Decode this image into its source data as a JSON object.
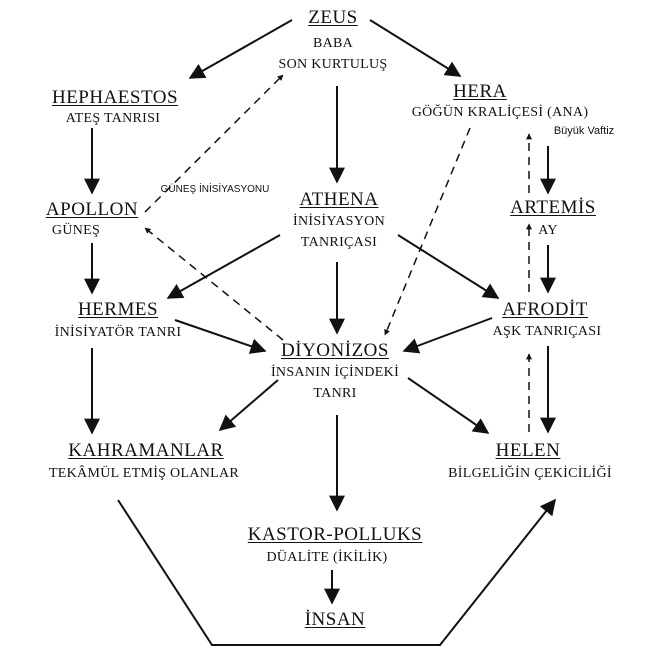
{
  "nodes": {
    "zeus": {
      "name": "ZEUS",
      "lines": [
        "BABA",
        "SON KURTULUŞ"
      ]
    },
    "hephaestos": {
      "name": "HEPHAESTOS",
      "lines": [
        "ATEŞ TANRISI"
      ]
    },
    "hera": {
      "name": "HERA",
      "lines": [
        "GÖĞÜN KRALİÇESİ (ANA)"
      ]
    },
    "apollon": {
      "name": "APOLLON",
      "lines": [
        "GÜNEŞ"
      ]
    },
    "athena": {
      "name": "ATHENA",
      "lines": [
        "İNİSİYASYON",
        "TANRIÇASI"
      ]
    },
    "artemis": {
      "name": "ARTEMİS",
      "lines": [
        "AY"
      ]
    },
    "hermes": {
      "name": "HERMES",
      "lines": [
        "İNİSİYATÖR TANRI"
      ]
    },
    "afrodit": {
      "name": "AFRODİT",
      "lines": [
        "AŞK TANRIÇASI"
      ]
    },
    "diyonizos": {
      "name": "DİYONİZOS",
      "lines": [
        "İNSANIN İÇİNDEKİ",
        "TANRI"
      ]
    },
    "kahramanlar": {
      "name": "KAHRAMANLAR",
      "lines": [
        "TEKÂMÜL ETMİŞ OLANLAR"
      ]
    },
    "helen": {
      "name": "HELEN",
      "lines": [
        "BİLGELİĞİN ÇEKİCİLİĞİ"
      ]
    },
    "kastor": {
      "name": "KASTOR-POLLUKS",
      "lines": [
        "DÜALİTE (İKİLİK)"
      ]
    },
    "insan": {
      "name": "İNSAN",
      "lines": []
    }
  },
  "annotations": {
    "buyuk_vaftiz": "Büyük Vaftiz",
    "gunes_insiyasyonu": "GÜNEŞ İNİSİYASYONU"
  },
  "style": {
    "ink": "#111111",
    "background": "#ffffff"
  }
}
